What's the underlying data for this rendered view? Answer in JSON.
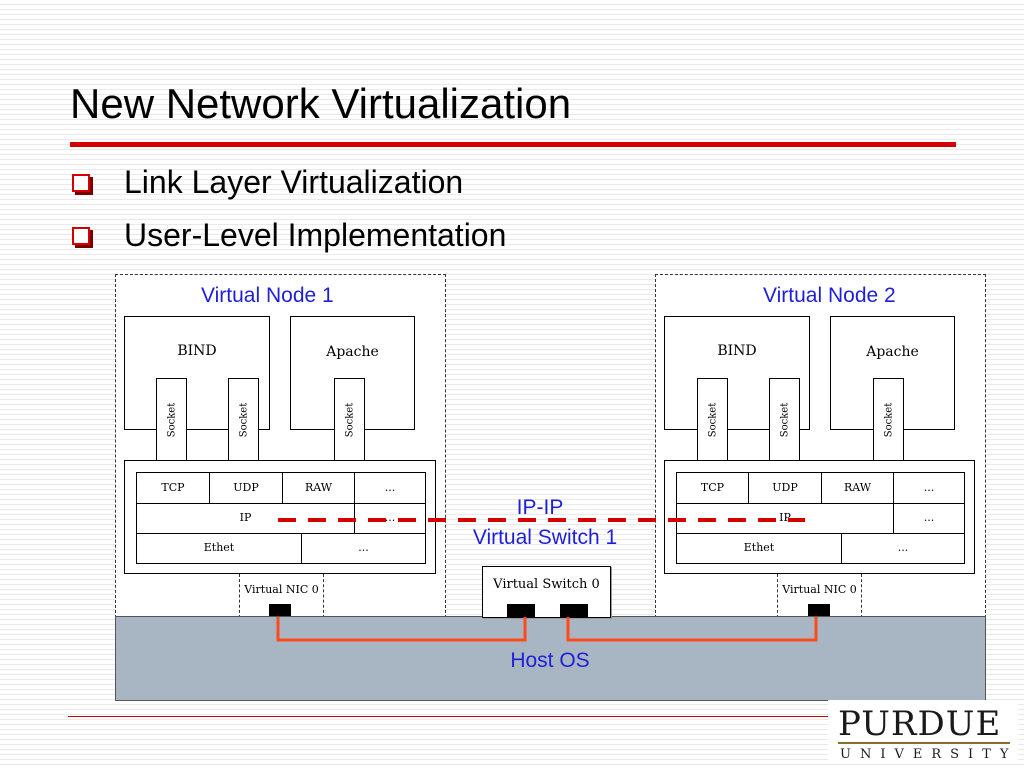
{
  "slide": {
    "title": "New Network Virtualization",
    "bullets": [
      "Link Layer Virtualization",
      "User-Level Implementation"
    ]
  },
  "diagram": {
    "nodes": [
      {
        "label": "Virtual Node 1",
        "apps": [
          "BIND",
          "Apache"
        ],
        "socket_label": "Socket",
        "transport": [
          "TCP",
          "UDP",
          "RAW",
          "..."
        ],
        "network": [
          "IP",
          "..."
        ],
        "link": [
          "Ethet",
          "..."
        ],
        "nic": "Virtual NIC 0"
      },
      {
        "label": "Virtual Node 2",
        "apps": [
          "BIND",
          "Apache"
        ],
        "socket_label": "Socket",
        "transport": [
          "TCP",
          "UDP",
          "RAW",
          "..."
        ],
        "network": [
          "IP",
          "..."
        ],
        "link": [
          "Ethet",
          "..."
        ],
        "nic": "Virtual NIC 0"
      }
    ],
    "tunnel_label": "IP-IP",
    "virtual_switch_1": "Virtual Switch 1",
    "virtual_switch_0": "Virtual Switch 0",
    "host_label": "Host OS"
  },
  "logo": {
    "name": "PURDUE",
    "sub": "UNIVERSITY"
  },
  "colors": {
    "accent_red": "#d40000",
    "label_blue": "#1f1fd8",
    "host_fill": "#a7b6c2",
    "wire_orange": "#ff4a1a"
  }
}
